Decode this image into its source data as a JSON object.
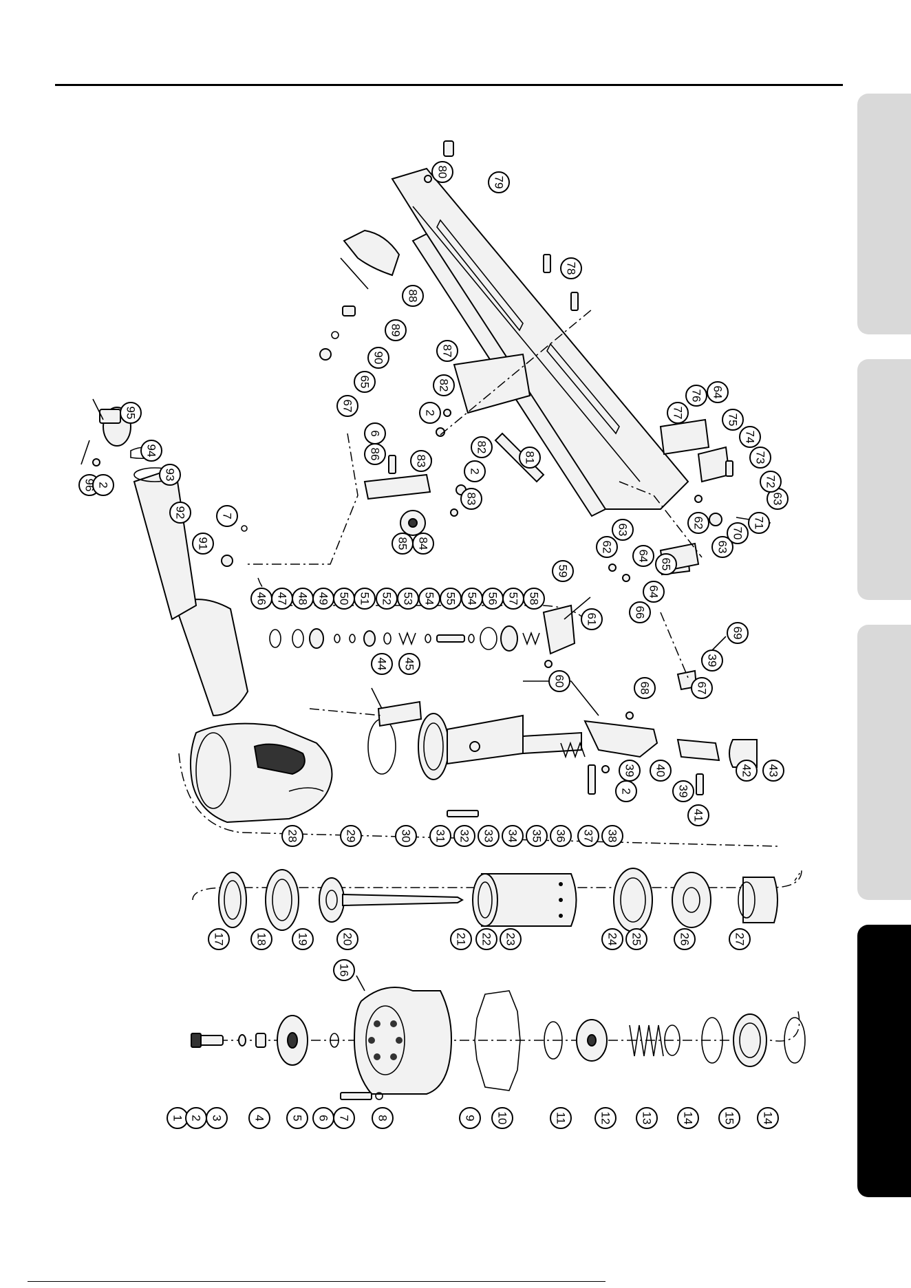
{
  "side_tabs": [
    {
      "name": "section-tab-1",
      "color": "#d9d9d9"
    },
    {
      "name": "section-tab-2",
      "color": "#d9d9d9"
    },
    {
      "name": "section-tab-3",
      "color": "#d9d9d9"
    },
    {
      "name": "section-tab-4",
      "color": "#000000"
    }
  ],
  "callouts": {
    "c1": "1",
    "c2": "2",
    "c3": "3",
    "c4": "4",
    "c5": "5",
    "c6": "6",
    "c7": "7",
    "c8": "8",
    "c9": "9",
    "c10": "10",
    "c11": "11",
    "c12": "12",
    "c13": "13",
    "c14a": "14",
    "c15": "15",
    "c14b": "14",
    "c16": "16",
    "c17": "17",
    "c18": "18",
    "c19": "19",
    "c20": "20",
    "c21": "21",
    "c22": "22",
    "c23": "23",
    "c24": "24",
    "c25": "25",
    "c26": "26",
    "c27": "27",
    "c28": "28",
    "c29": "29",
    "c30": "30",
    "c31": "31",
    "c32": "32",
    "c33": "33",
    "c34": "34",
    "c35": "35",
    "c36": "36",
    "c37": "37",
    "c38": "38",
    "c2m": "2",
    "c39a": "39",
    "c40": "40",
    "c39b": "39",
    "c41": "41",
    "c42": "42",
    "c43": "43",
    "c44": "44",
    "c45": "45",
    "c46": "46",
    "c47": "47",
    "c48": "48",
    "c49": "49",
    "c50": "50",
    "c51": "51",
    "c52": "52",
    "c53": "53",
    "c54a": "54",
    "c55": "55",
    "c54b": "54",
    "c56": "56",
    "c57": "57",
    "c58": "58",
    "c59": "59",
    "c60": "60",
    "c61": "61",
    "c62": "62",
    "c63a": "63",
    "c64a": "64",
    "c65": "65",
    "c64b": "64",
    "c66": "66",
    "c67": "67",
    "c68": "68",
    "c39c": "39",
    "c69": "69",
    "c62b": "62",
    "c63b": "63",
    "c70": "70",
    "c71": "71",
    "c63c": "63",
    "c72": "72",
    "c73": "73",
    "c74": "74",
    "c75": "75",
    "c64c": "64",
    "c76": "76",
    "c77": "77",
    "c78": "78",
    "c79": "79",
    "c80": "80",
    "c81": "81",
    "c82a": "82",
    "c2n": "2",
    "c83a": "83",
    "c87": "87",
    "c82b": "82",
    "c2o": "2",
    "c83b": "83",
    "c84": "84",
    "c85": "85",
    "c86": "86",
    "c6b": "6",
    "c88": "88",
    "c89": "89",
    "c90": "90",
    "c65b": "65",
    "c67b": "67",
    "c91": "91",
    "c7b": "7",
    "c92": "92",
    "c93": "93",
    "c94": "94",
    "c95": "95",
    "c96": "96",
    "c2p": "2"
  }
}
